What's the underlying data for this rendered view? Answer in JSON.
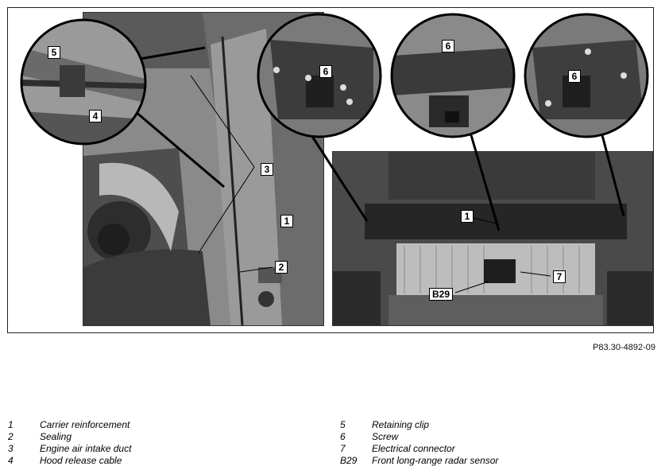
{
  "figure": {
    "reference_code": "P83.30-4892-09",
    "callouts": {
      "left_photo": {
        "c1": "1",
        "c2": "2",
        "c3": "3"
      },
      "detail_left": {
        "c5": "5",
        "c4": "4"
      },
      "detail_a": {
        "c6": "6"
      },
      "detail_b": {
        "c6": "6"
      },
      "detail_c": {
        "c6": "6"
      },
      "right_photo": {
        "c1": "1",
        "c7": "7",
        "cB29": "B29"
      }
    }
  },
  "legend": {
    "left": [
      {
        "key": "1",
        "text": "Carrier reinforcement"
      },
      {
        "key": "2",
        "text": "Sealing"
      },
      {
        "key": "3",
        "text": "Engine air intake duct"
      },
      {
        "key": "4",
        "text": "Hood release cable"
      }
    ],
    "right": [
      {
        "key": "5",
        "text": "Retaining clip"
      },
      {
        "key": "6",
        "text": "Screw"
      },
      {
        "key": "7",
        "text": "Electrical connector"
      },
      {
        "key": "B29",
        "text": "Front long-range radar sensor"
      }
    ]
  },
  "colors": {
    "photo_dark": "#3a3a3a",
    "photo_mid": "#7c7c7c",
    "photo_light": "#c4c4c4"
  }
}
